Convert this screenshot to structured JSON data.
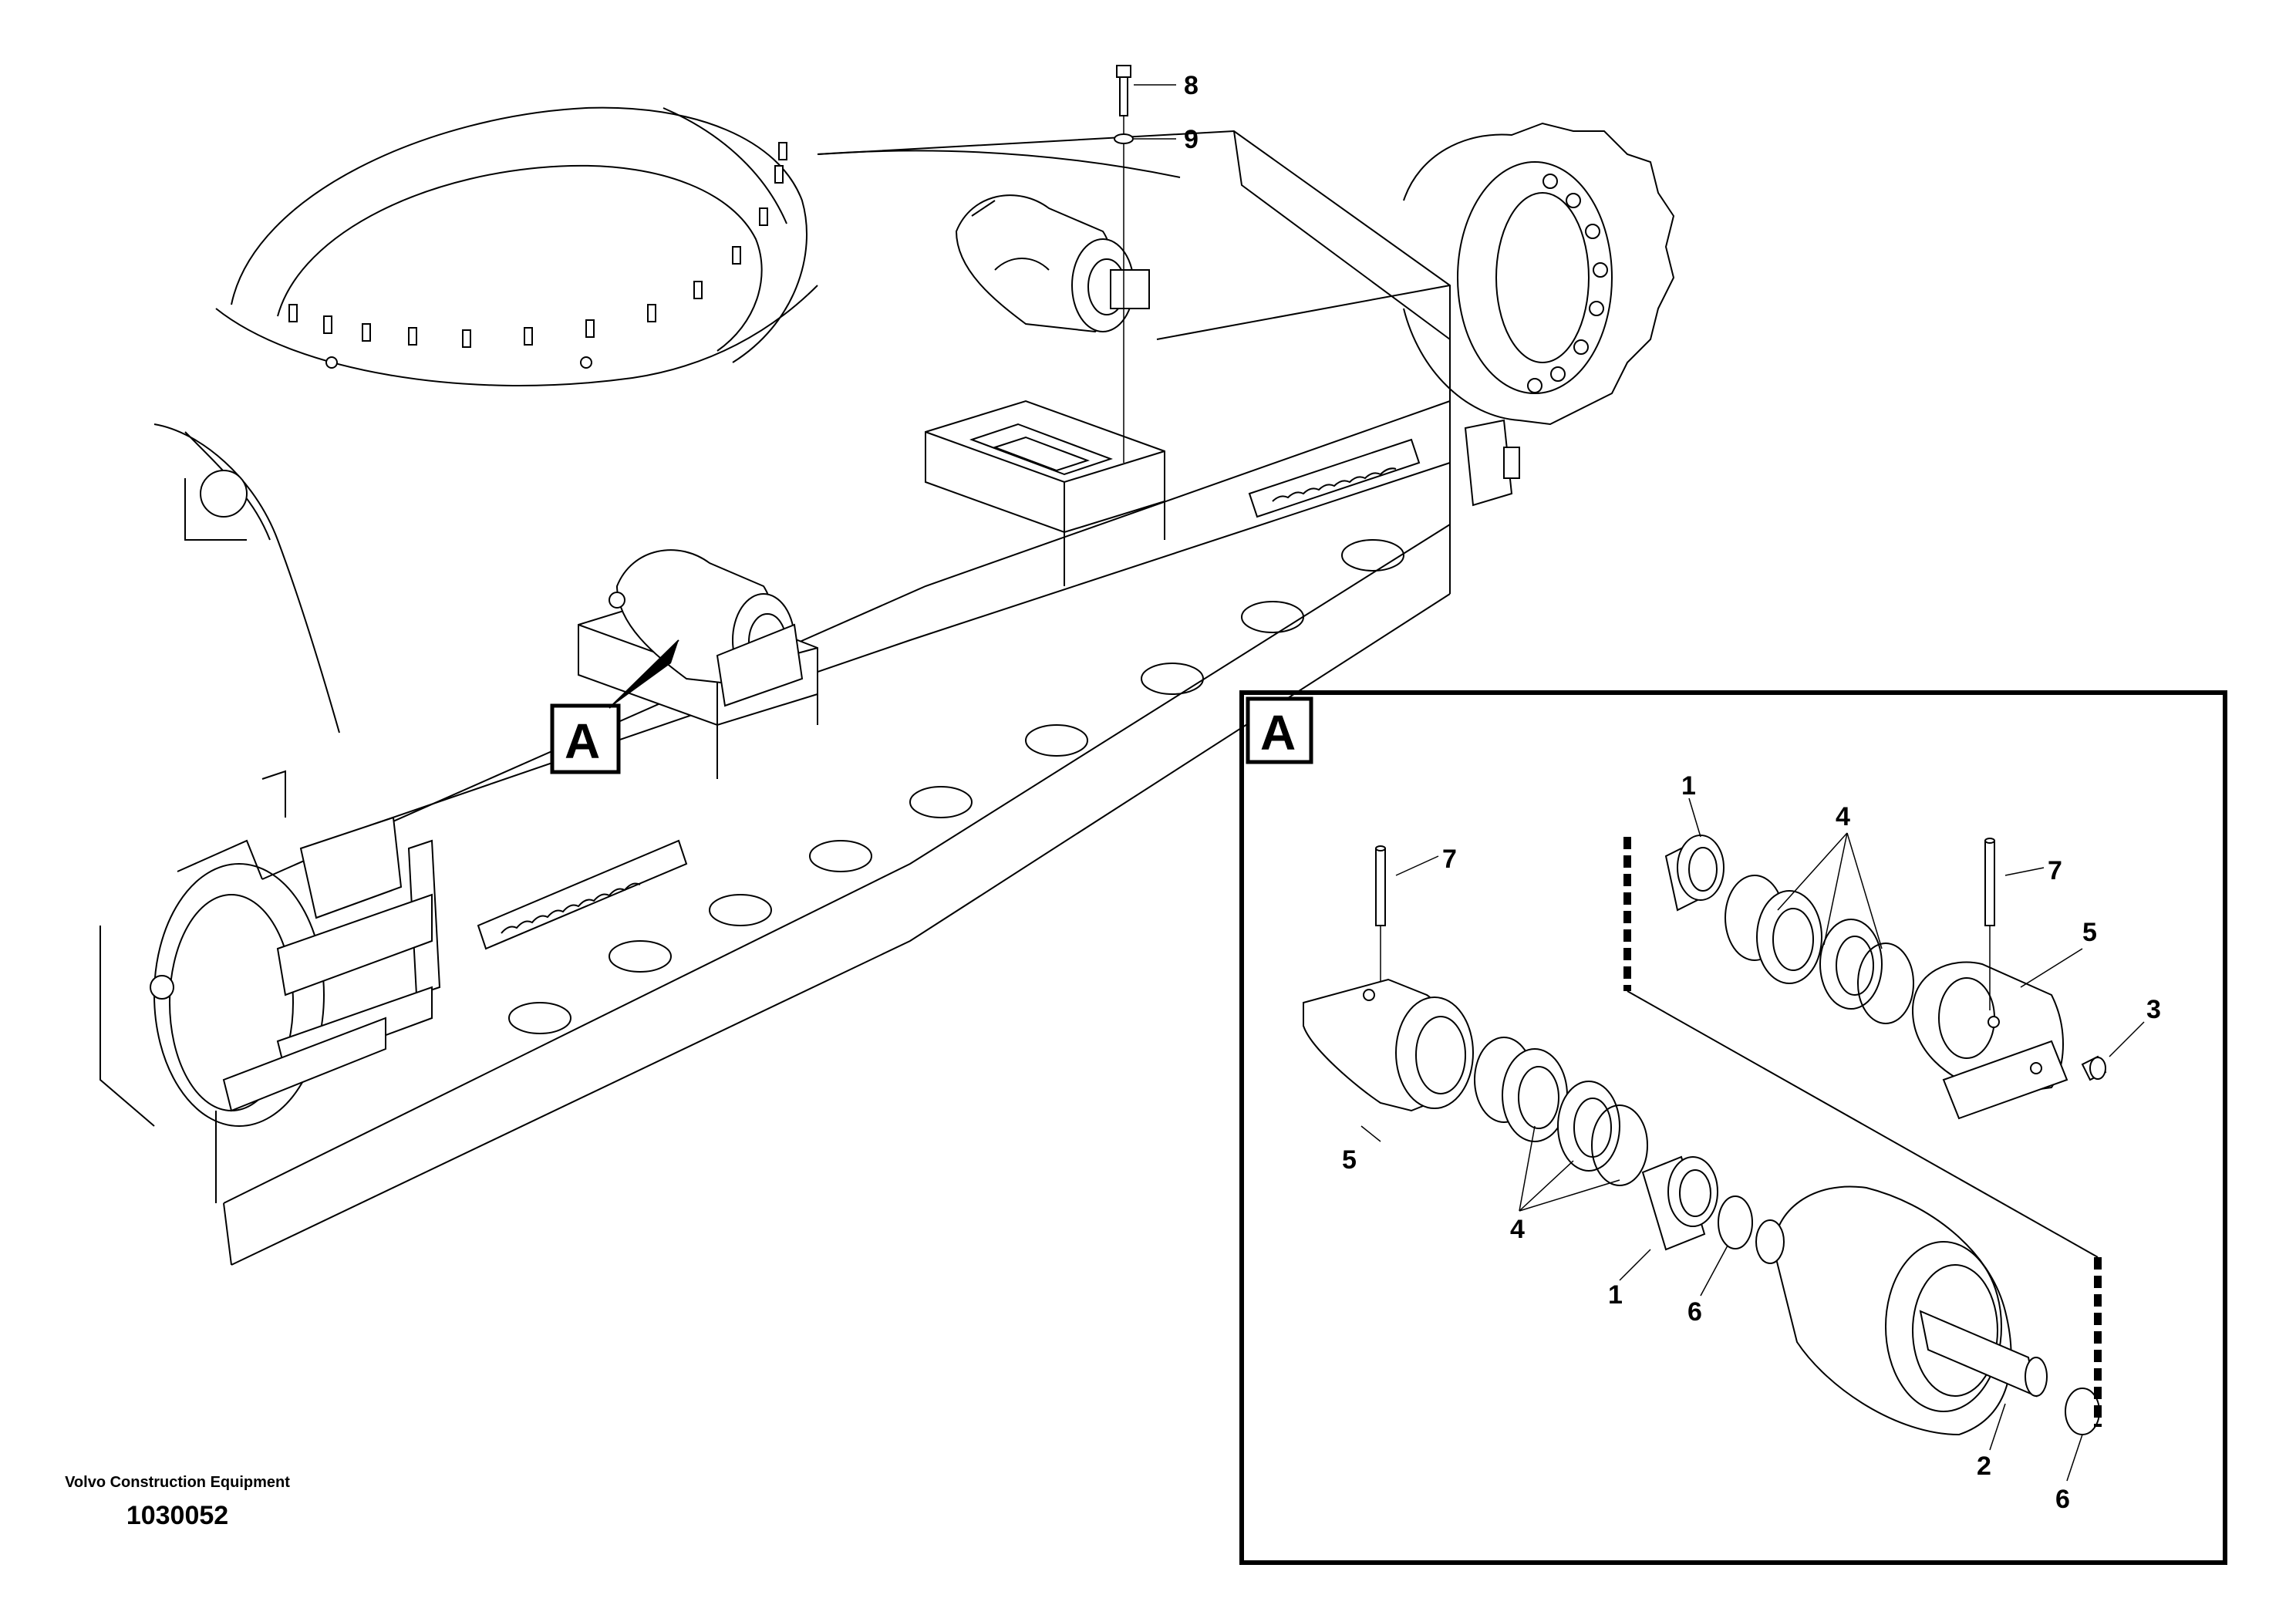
{
  "footer": {
    "maker": "Volvo Construction Equipment",
    "doc_number": "1030052"
  },
  "callout_letter": "A",
  "detail_letter": "A",
  "labels": {
    "bolt": "8",
    "washer": "9",
    "bushing_upper": "1",
    "seals_upper": "4",
    "pin_left": "7",
    "pin_right": "7",
    "bracket_right": "5",
    "plug": "3",
    "bracket_left": "5",
    "seals_lower": "4",
    "bushing_lower": "1",
    "oring_mid": "6",
    "shaft": "2",
    "oring_end": "6"
  }
}
